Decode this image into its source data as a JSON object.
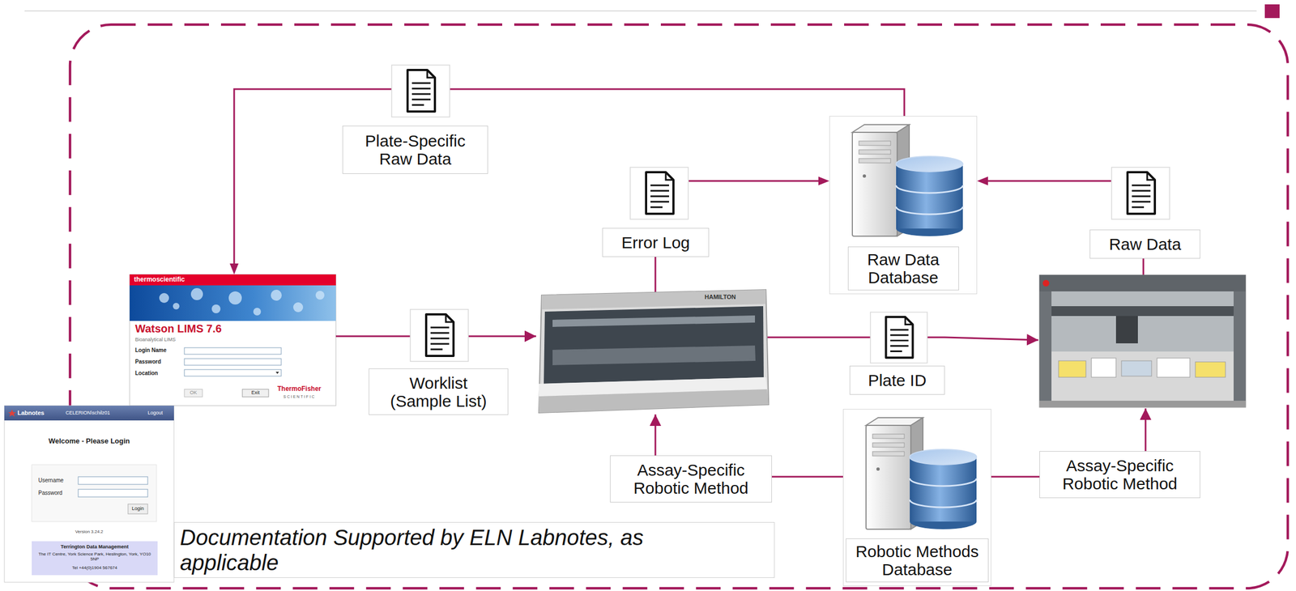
{
  "diagram": {
    "nodes": [
      {
        "text": [
          "Plate-Specific Raw Data"
        ]
      },
      {
        "text": [
          "Raw Data Database"
        ]
      },
      {
        "text": [
          "Error Log"
        ]
      },
      {
        "text": [
          "Raw Data"
        ]
      },
      {
        "text": [
          "thermoscientific",
          "Watson LIMS 7.6",
          "Bioanalytical LIMS",
          "Login Name",
          "Password",
          "Location",
          "OK",
          "Exit",
          "ThermoFisher",
          "SCIENTIFIC"
        ]
      },
      {
        "text": [
          "Worklist (Sample List)"
        ]
      },
      {
        "text": [
          "Plate ID"
        ]
      },
      {
        "text": [
          "Assay-Specific Robotic Method"
        ]
      },
      {
        "text": [
          "Robotic Methods Database"
        ]
      },
      {
        "text": [
          "Assay-Specific Robotic Method"
        ]
      },
      {
        "text": [
          "Labnotes",
          "CELERION\\schilz01",
          "Logout",
          "Welcome - Please Login",
          "Username",
          "Password",
          "Login",
          "Version 3.24.2",
          "Terrington Data Management",
          "The IT Centre, York Science Park, Heslington, York, YO10 5NP",
          "Tel +44(0)1904 567674"
        ]
      },
      {
        "text": [
          "Documentation Supported by ELN Labnotes, as applicable"
        ]
      }
    ],
    "edges": [
      {
        "from": 1,
        "to": 0,
        "arrow": "none"
      },
      {
        "from": 0,
        "to": 4,
        "arrow": "to"
      },
      {
        "from": 2,
        "to": 1,
        "arrow": "to"
      },
      {
        "from": 3,
        "to": 1,
        "arrow": "to"
      },
      {
        "from": 4,
        "to": 5,
        "arrow": "none"
      },
      {
        "from": 8,
        "to": 7,
        "arrow": "none"
      },
      {
        "from": 8,
        "to": 9,
        "arrow": "none"
      }
    ],
    "labels": [
      "HAMILTON"
    ]
  }
}
